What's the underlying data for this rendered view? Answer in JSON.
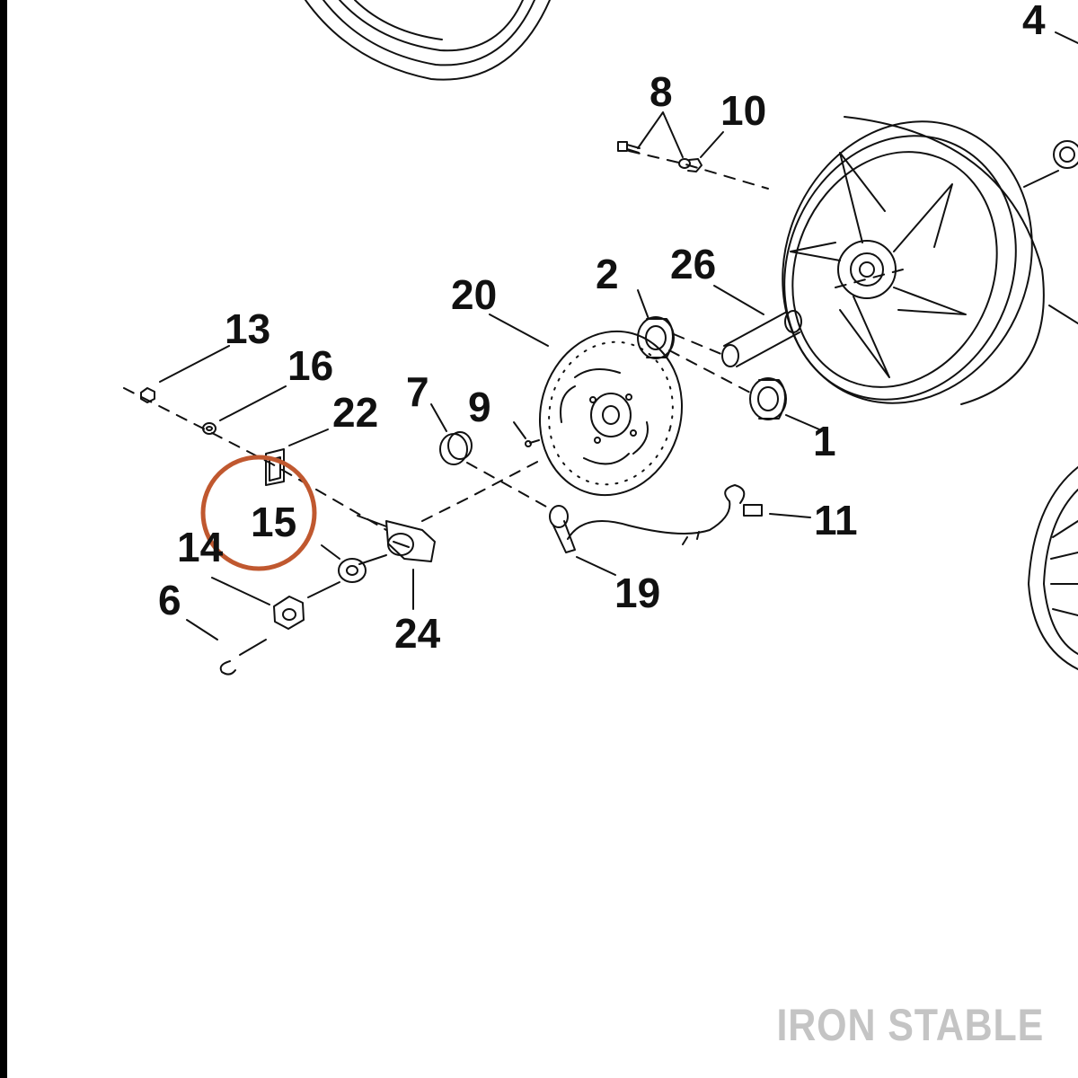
{
  "callouts": [
    {
      "id": "c1",
      "text": "1"
    },
    {
      "id": "c2",
      "text": "2"
    },
    {
      "id": "c4",
      "text": "4"
    },
    {
      "id": "c6",
      "text": "6"
    },
    {
      "id": "c7",
      "text": "7"
    },
    {
      "id": "c8",
      "text": "8"
    },
    {
      "id": "c9",
      "text": "9"
    },
    {
      "id": "c10",
      "text": "10"
    },
    {
      "id": "c11",
      "text": "11"
    },
    {
      "id": "c13",
      "text": "13"
    },
    {
      "id": "c14",
      "text": "14"
    },
    {
      "id": "c15",
      "text": "15"
    },
    {
      "id": "c16",
      "text": "16"
    },
    {
      "id": "c19",
      "text": "19"
    },
    {
      "id": "c20",
      "text": "20"
    },
    {
      "id": "c22",
      "text": "22"
    },
    {
      "id": "c24",
      "text": "24"
    },
    {
      "id": "c26",
      "text": "26"
    }
  ],
  "highlight": {
    "part": "15",
    "color": "#c0582f"
  },
  "watermark": "IRON STABLE"
}
